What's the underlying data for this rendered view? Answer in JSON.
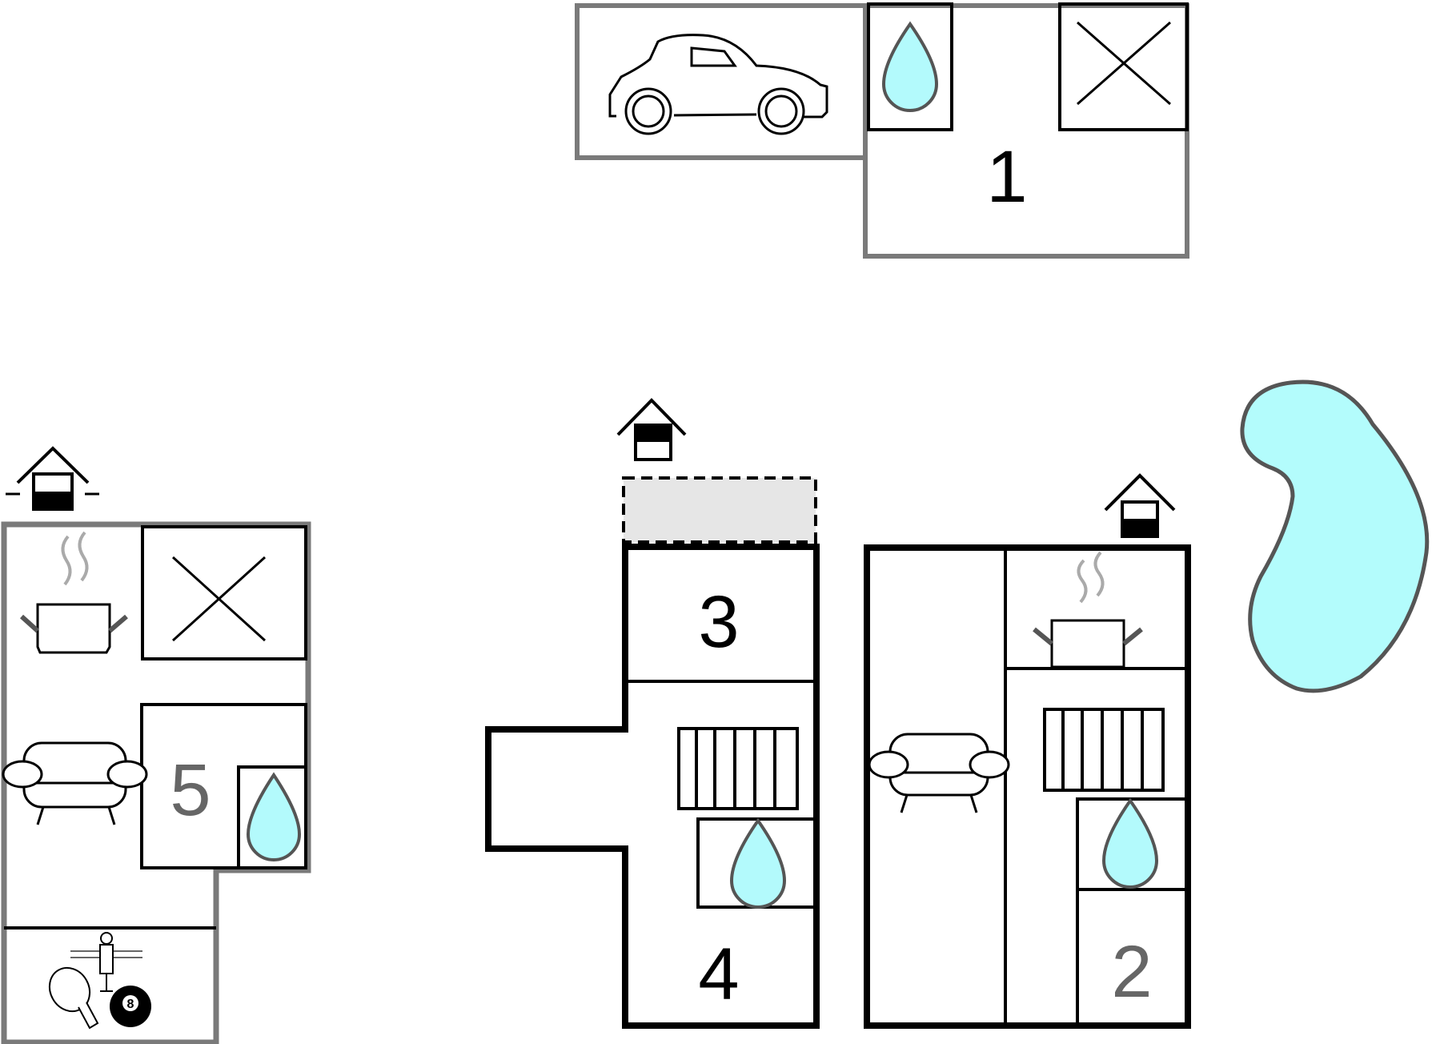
{
  "colors": {
    "wall_dark": "#000000",
    "wall_gray": "#7a7a7a",
    "water": "#b3fafc",
    "pool": "#b3fcfc",
    "terrace": "#e6e6e6",
    "number_gray": "#666666"
  },
  "buildings": [
    {
      "id": "building-1",
      "room_number": "1",
      "icons": [
        "car-icon",
        "water-drop-icon",
        "bedroom-cross-icon"
      ]
    },
    {
      "id": "building-2",
      "room_number": "2",
      "icons": [
        "entrance-icon",
        "kitchen-pot-icon",
        "sofa-icon",
        "stairs-icon",
        "water-drop-icon"
      ]
    },
    {
      "id": "building-3-4",
      "room_numbers": [
        "3",
        "4"
      ],
      "icons": [
        "entrance-icon",
        "terrace-area",
        "stairs-icon",
        "water-drop-icon"
      ]
    },
    {
      "id": "building-5",
      "room_number": "5",
      "icons": [
        "entrance-icon",
        "kitchen-pot-icon",
        "bedroom-cross-icon",
        "sofa-icon",
        "water-drop-icon",
        "table-football-icon",
        "table-tennis-icon",
        "billiard-ball-icon"
      ]
    }
  ],
  "billiard_ball": {
    "number": "8"
  },
  "pool": {
    "icon": "pool-icon"
  }
}
